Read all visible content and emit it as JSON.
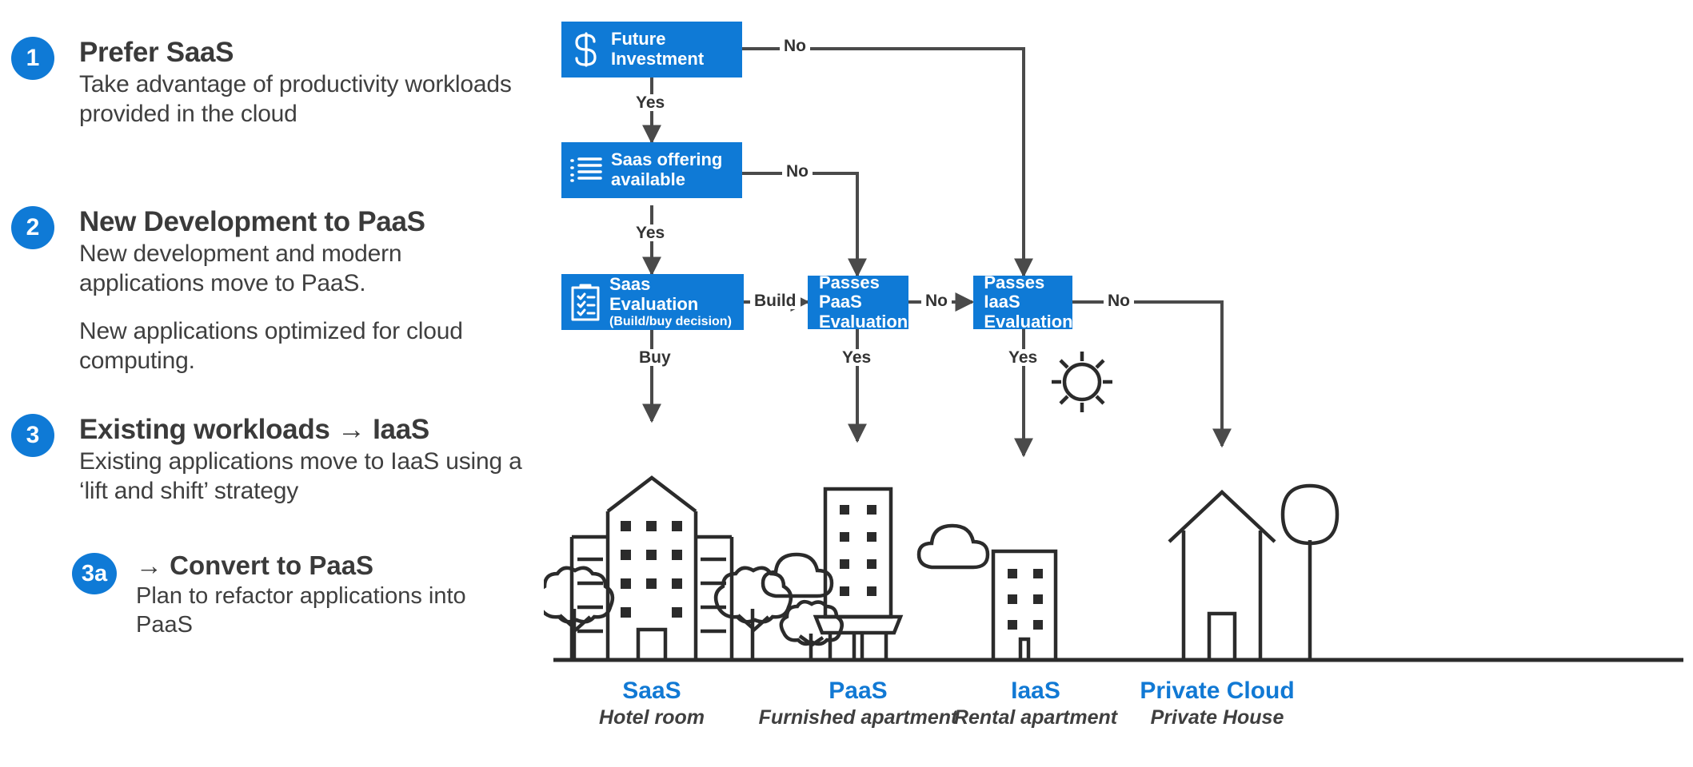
{
  "accent_blue": "#0f7ad6",
  "label_blue": "#1179d4",
  "text_dark": "#3f3f3f",
  "steps": [
    {
      "number": "1",
      "title": "Prefer SaaS",
      "paragraphs": [
        "Take advantage of productivity workloads provided in the cloud"
      ]
    },
    {
      "number": "2",
      "title": "New Development to PaaS",
      "paragraphs": [
        "New development and modern applications move to PaaS.",
        "New applications optimized for cloud computing."
      ]
    },
    {
      "number": "3",
      "title": "Existing workloads → IaaS",
      "paragraphs": [
        "Existing applications move to IaaS using a ‘lift and shift’ strategy"
      ],
      "substep": {
        "number": "3a",
        "title": "→ Convert to PaaS",
        "paragraphs": [
          "Plan to refactor applications into PaaS"
        ]
      }
    }
  ],
  "flow": {
    "nodes": [
      {
        "id": "future-investment",
        "icon": "dollar-icon",
        "title": "Future\nInvestment",
        "subtitle": ""
      },
      {
        "id": "saas-offering",
        "icon": "list-icon",
        "title": "Saas offering\navailable",
        "subtitle": ""
      },
      {
        "id": "saas-evaluation",
        "icon": "clipboard-check-icon",
        "title": "Saas Evaluation",
        "subtitle": "(Build/buy decision)"
      },
      {
        "id": "passes-paas-evaluation",
        "icon": "",
        "title": "Passes PaaS\nEvaluation",
        "subtitle": ""
      },
      {
        "id": "passes-iaas-evaluation",
        "icon": "",
        "title": "Passes IaaS\nEvaluation",
        "subtitle": ""
      }
    ],
    "edge_labels": {
      "future_no": "No",
      "future_yes": "Yes",
      "saas_offering_no": "No",
      "saas_offering_yes": "Yes",
      "saas_eval_build": "Build",
      "saas_eval_buy": "Buy",
      "paas_no": "No",
      "paas_yes": "Yes",
      "iaas_no": "No",
      "iaas_yes": "Yes"
    }
  },
  "ground_labels": [
    {
      "title": "SaaS",
      "subtitle": "Hotel room",
      "icon": "hotel-building-icon"
    },
    {
      "title": "PaaS",
      "subtitle": "Furnished apartment",
      "icon": "apartment-building-icon"
    },
    {
      "title": "IaaS",
      "subtitle": "Rental apartment",
      "icon": "small-apartment-icon"
    },
    {
      "title": "Private Cloud",
      "subtitle": "Private House",
      "icon": "house-icon"
    }
  ],
  "scenery": {
    "clouds": [
      "cloud-icon",
      "cloud-icon"
    ],
    "sun": "sun-icon",
    "trees": [
      "tree-icon",
      "tree-icon",
      "tree-icon",
      "tree-icon"
    ]
  }
}
